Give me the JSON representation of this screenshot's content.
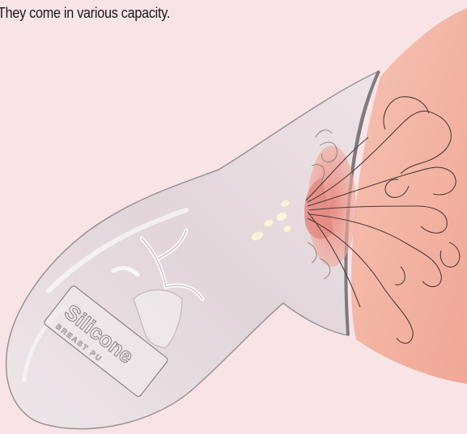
{
  "caption": {
    "text": "They come in various capacity."
  },
  "illustration": {
    "subject": "silicone breast pump attached to breast showing milk ducts",
    "embossed_text": {
      "brand": "Silicone",
      "sub": "BREAST PU"
    },
    "colors": {
      "background": "#f8e3e6",
      "breast_skin": "#f3b5a5",
      "areola": "#ef9f93",
      "pump_body": "#e6dfe3",
      "pump_outline": "#8a8589",
      "duct_lines": "#4a3a3a",
      "milk_drops": "#fbf3dc"
    }
  }
}
